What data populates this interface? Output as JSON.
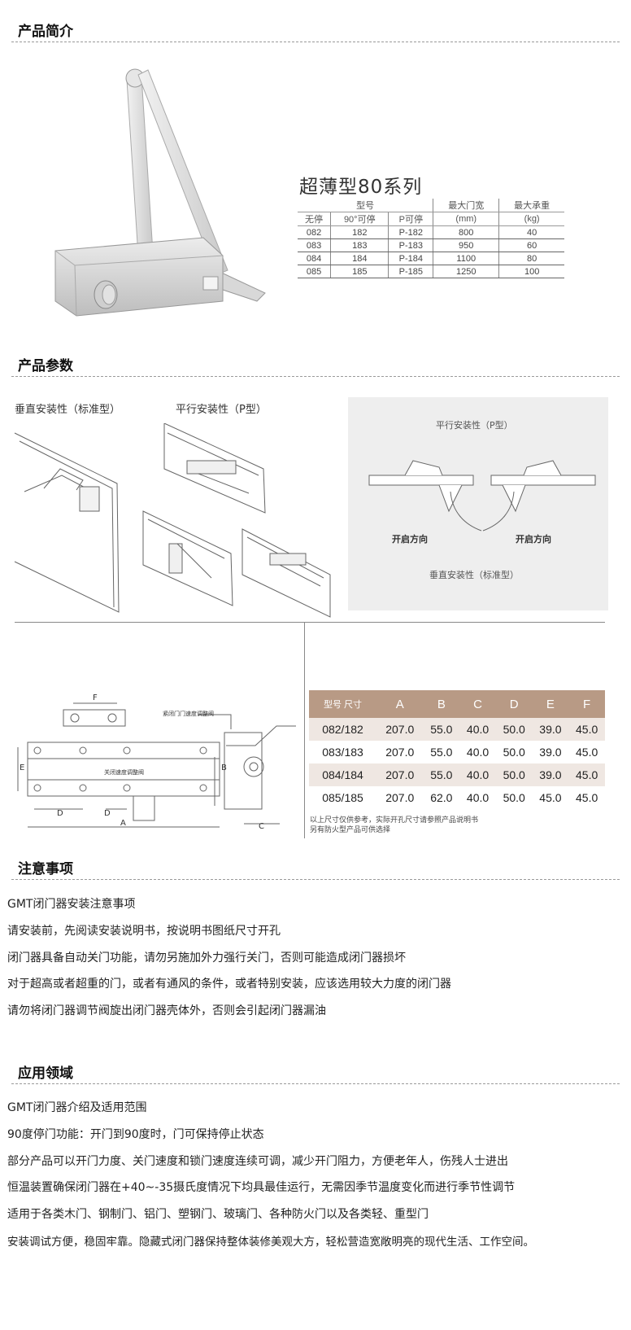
{
  "sections": {
    "intro": "产品简介",
    "params": "产品参数",
    "notes": "注意事项",
    "usage": "应用领域"
  },
  "intro": {
    "series_title": "超薄型80系列",
    "table": {
      "header_group": "型号",
      "header_sub": [
        "无停",
        "90°可停",
        "P可停"
      ],
      "max_width": "最大门宽",
      "max_width_unit": "(mm)",
      "max_load": "最大承重",
      "max_load_unit": "(kg)",
      "rows": [
        [
          "082",
          "182",
          "P-182",
          "800",
          "40"
        ],
        [
          "083",
          "183",
          "P-183",
          "950",
          "60"
        ],
        [
          "084",
          "184",
          "P-184",
          "1100",
          "80"
        ],
        [
          "085",
          "185",
          "P-185",
          "1250",
          "100"
        ]
      ]
    }
  },
  "params": {
    "vertical_label": "垂直安装性（标准型）",
    "parallel_label": "平行安装性（P型）",
    "panel_parallel": "平行安装性（P型）",
    "open_dir_left": "开启方向",
    "open_dir_right": "开启方向",
    "panel_vertical": "垂直安装性（标准型）",
    "drawing_label_F": "F",
    "drawing_label_E": "E",
    "drawing_label_D1": "D",
    "drawing_label_D2": "D",
    "drawing_label_A": "A",
    "drawing_label_B": "B",
    "drawing_label_C": "C",
    "valve_top": "紧闭门门速度调整阀",
    "valve_mid": "关闭速度调整阀",
    "dim_table": {
      "head": [
        "型号  尺寸",
        "A",
        "B",
        "C",
        "D",
        "E",
        "F"
      ],
      "rows": [
        [
          "082/182",
          "207.0",
          "55.0",
          "40.0",
          "50.0",
          "39.0",
          "45.0"
        ],
        [
          "083/183",
          "207.0",
          "55.0",
          "40.0",
          "50.0",
          "39.0",
          "45.0"
        ],
        [
          "084/184",
          "207.0",
          "55.0",
          "40.0",
          "50.0",
          "39.0",
          "45.0"
        ],
        [
          "085/185",
          "207.0",
          "62.0",
          "40.0",
          "50.0",
          "45.0",
          "45.0"
        ]
      ],
      "note1": "以上尺寸仅供参考，实际开孔尺寸请参照产品说明书",
      "note2": "另有防火型产品可供选择"
    }
  },
  "notes": [
    "GMT闭门器安装注意事项",
    "请安装前，先阅读安装说明书，按说明书图纸尺寸开孔",
    "闭门器具备自动关门功能，请勿另施加外力强行关门，否则可能造成闭门器损坏",
    "对于超高或者超重的门，或者有通风的条件，或者特别安装，应该选用较大力度的闭门器",
    "请勿将闭门器调节阀旋出闭门器壳体外，否则会引起闭门器漏油"
  ],
  "usage": [
    "GMT闭门器介绍及适用范围",
    "90度停门功能：开门到90度时，门可保持停止状态",
    "部分产品可以开门力度、关门速度和锁门速度连续可调，减少开门阻力，方便老年人，伤残人士进出",
    "恒温装置确保闭门器在+40~-35摄氏度情况下均具最佳运行，无需因季节温度变化而进行季节性调节",
    "适用于各类木门、钢制门、铝门、塑钢门、玻璃门、各种防火门以及各类轻、重型门",
    "安装调试方便，稳固牢靠。隐藏式闭门器保持整体装修美观大方，轻松营造宽敞明亮的现代生活、工作空间。"
  ]
}
